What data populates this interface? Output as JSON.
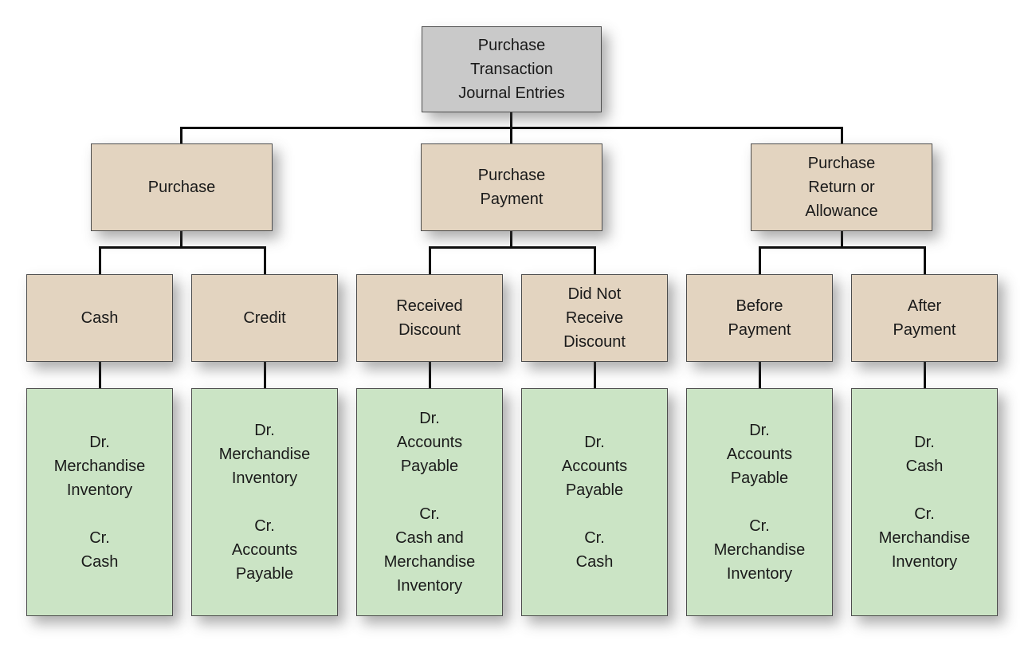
{
  "colors": {
    "root_fill": "#c9c9c9",
    "branch_fill": "#e3d4c0",
    "entry_fill": "#cbe4c5",
    "line": "#0d0d0d",
    "border": "#4d4d4d"
  },
  "tree": {
    "root": {
      "label": "Purchase\nTransaction\nJournal Entries"
    },
    "groups": [
      {
        "label": "Purchase",
        "children": [
          {
            "label": "Cash",
            "entry": "Dr.\nMerchandise\nInventory\n\nCr.\nCash"
          },
          {
            "label": "Credit",
            "entry": "Dr.\nMerchandise\nInventory\n\nCr.\nAccounts\nPayable"
          }
        ]
      },
      {
        "label": "Purchase\nPayment",
        "children": [
          {
            "label": "Received\nDiscount",
            "entry": "Dr.\nAccounts\nPayable\n\nCr.\nCash and\nMerchandise\nInventory"
          },
          {
            "label": "Did Not\nReceive\nDiscount",
            "entry": "Dr.\nAccounts\nPayable\n\nCr.\nCash"
          }
        ]
      },
      {
        "label": "Purchase\nReturn or\nAllowance",
        "children": [
          {
            "label": "Before\nPayment",
            "entry": "Dr.\nAccounts\nPayable\n\nCr.\nMerchandise\nInventory"
          },
          {
            "label": "After\nPayment",
            "entry": "Dr.\nCash\n\nCr.\nMerchandise\nInventory"
          }
        ]
      }
    ]
  }
}
